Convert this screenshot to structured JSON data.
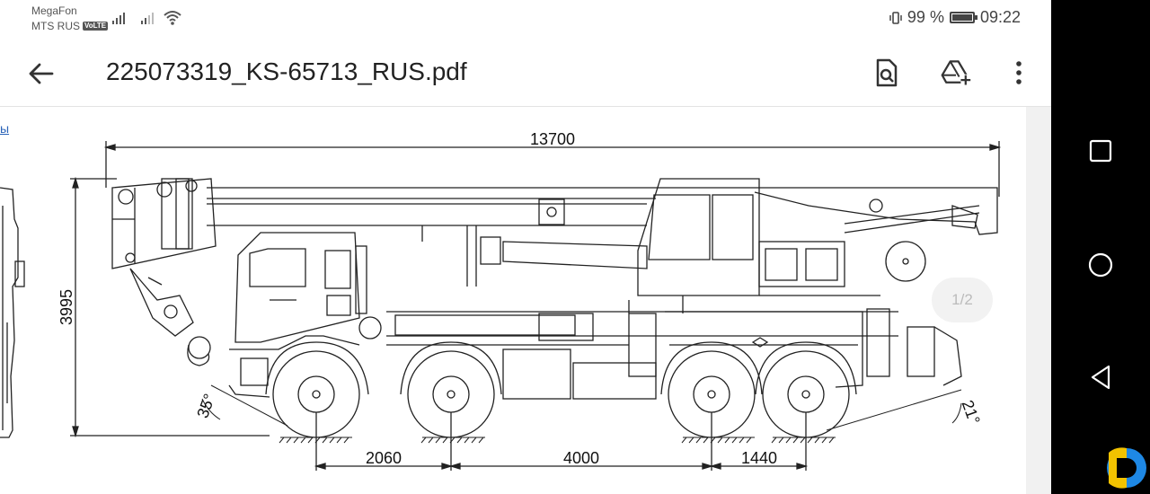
{
  "status": {
    "carrier_1": "MegaFon",
    "carrier_2": "MTS RUS",
    "volte_badge": "VoLTE",
    "battery_percent": "99 %",
    "battery_level": 0.99,
    "time": "09:22"
  },
  "toolbar": {
    "title": "225073319_KS-65713_RUS.pdf",
    "icons": [
      "back-arrow-icon",
      "find-in-page-icon",
      "add-to-drive-icon",
      "more-vert-icon"
    ]
  },
  "document": {
    "link_fragment": "ы",
    "page_indicator": "1/2",
    "dimensions": {
      "overall_length": "13700",
      "height": "3995",
      "wheelbase_front": "2060",
      "wheelbase_middle": "4000",
      "wheelbase_rear": "1440",
      "approach_angle": "35°",
      "departure_angle": "21°"
    }
  },
  "navbar": {
    "icons": [
      "recent-apps-icon",
      "home-icon",
      "back-icon",
      "app-logo-icon"
    ]
  },
  "colors": {
    "link": "#2a63b8",
    "navbar": "#000000",
    "logo_yellow": "#f2c200",
    "logo_blue": "#1e88e5"
  }
}
